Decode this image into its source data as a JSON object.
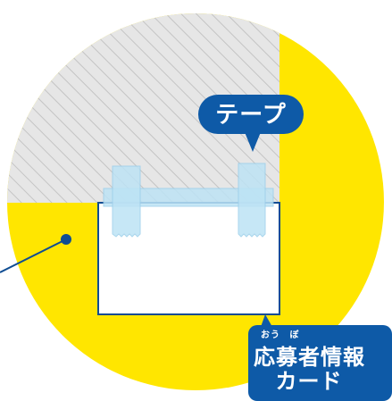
{
  "labels": {
    "tape": "テープ",
    "card_ruby_ou": "おう",
    "card_ruby_bo": "ぼ",
    "card_line1": "応募者情報",
    "card_line2": "カード"
  },
  "colors": {
    "circle": "#FFE600",
    "wall": "#E6E6E6",
    "hatch": "#C4C4C4",
    "tape": "#BDE3F5",
    "card_border": "#0E4C92",
    "callout_bg": "#0E5AA7",
    "leader_line": "#0E4C92"
  },
  "icons": {
    "dot": "leader-dot-icon"
  }
}
